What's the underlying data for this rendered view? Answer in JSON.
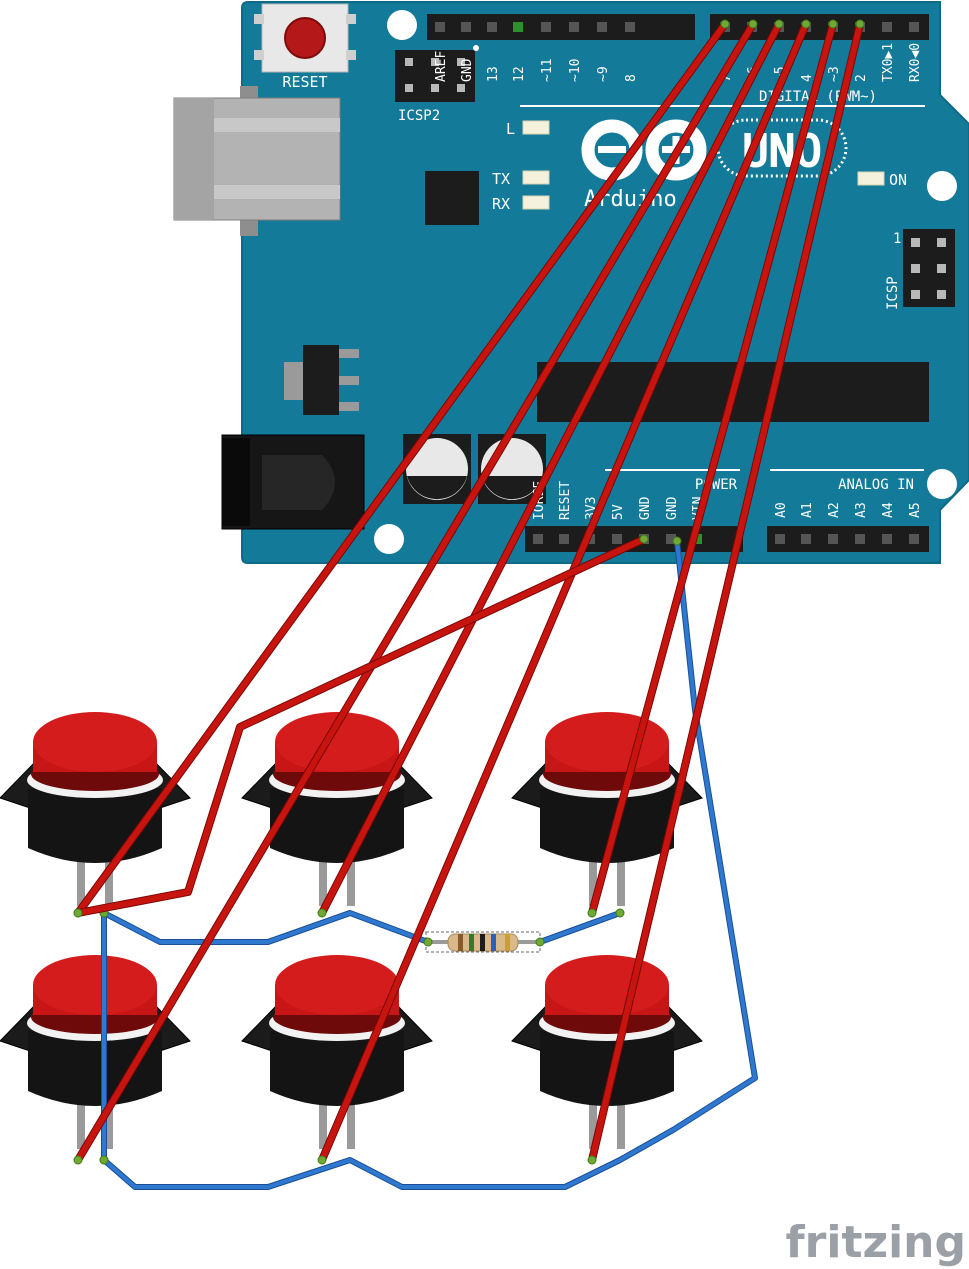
{
  "board": {
    "name": "UNO",
    "maker": "Arduino",
    "reset_label": "RESET",
    "icsp2_label": "ICSP2",
    "icsp_label": "ICSP",
    "icsp_pin1": "1",
    "led_l": "L",
    "led_tx": "TX",
    "led_rx": "RX",
    "led_on": "ON",
    "digital_label": "DIGITAL (PWM~)",
    "power_label": "POWER",
    "analog_label": "ANALOG IN",
    "top_pins": [
      "AREF",
      "GND",
      "13",
      "12",
      "~11",
      "~10",
      "~9",
      "8",
      "7",
      "~6",
      "~5",
      "4",
      "~3",
      "2",
      "TX0▶1",
      "RX0◀0"
    ],
    "power_pins": [
      "IOREF",
      "RESET",
      "3V3",
      "5V",
      "GND",
      "GND",
      "VIN"
    ],
    "analog_pins": [
      "A0",
      "A1",
      "A2",
      "A3",
      "A4",
      "A5"
    ],
    "colors": {
      "pcb": "#147a99",
      "pcb_edge": "#0f6a86",
      "header": "#1c1c1c"
    }
  },
  "watermark": "fritzing",
  "wire_colors": {
    "red": "#c8140f",
    "red_dark": "#7a0806",
    "blue": "#2e78d0",
    "blue_dark": "#1a4f95"
  }
}
